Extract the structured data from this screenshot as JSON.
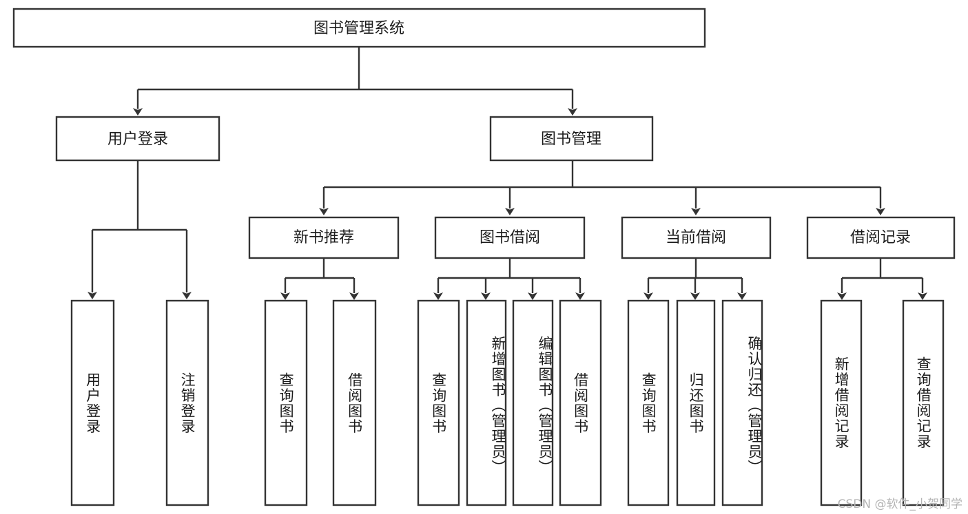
{
  "diagram": {
    "title": "图书管理系统",
    "type": "tree-hierarchy-chart",
    "orientation": "top-down",
    "stroke_color": "#333333",
    "box_fill": "#ffffff",
    "text_color": "#1b1b1b",
    "background": "#ffffff"
  },
  "root": {
    "label": "图书管理系统"
  },
  "level2": {
    "user_login": {
      "label": "用户登录"
    },
    "book_manage": {
      "label": "图书管理"
    }
  },
  "level3": {
    "new_book_rec": {
      "label": "新书推荐"
    },
    "book_borrow": {
      "label": "图书借阅"
    },
    "current_borrow": {
      "label": "当前借阅"
    },
    "borrow_record": {
      "label": "借阅记录"
    }
  },
  "leaves": {
    "user_login_children": [
      {
        "label": "用户登录"
      },
      {
        "label": "注销登录"
      }
    ],
    "new_book_rec_children": [
      {
        "label": "查询图书"
      },
      {
        "label": "借阅图书"
      }
    ],
    "book_borrow_children": [
      {
        "label": "查询图书"
      },
      {
        "label": "新增图书（管理员）"
      },
      {
        "label": "编辑图书（管理员）"
      },
      {
        "label": "借阅图书"
      }
    ],
    "current_borrow_children": [
      {
        "label": "查询图书"
      },
      {
        "label": "归还图书"
      },
      {
        "label": "确认归还（管理员）"
      }
    ],
    "borrow_record_children": [
      {
        "label": "新增借阅记录"
      },
      {
        "label": "查询借阅记录"
      }
    ]
  },
  "watermark": {
    "text": "CSDN @软件_小贺同学"
  }
}
